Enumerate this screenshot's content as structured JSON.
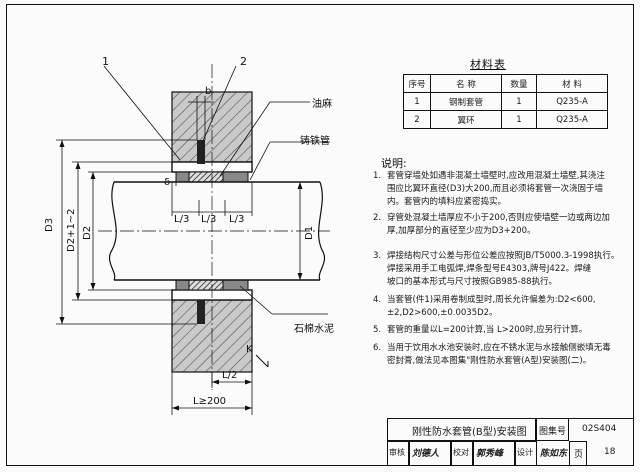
{
  "materials": {
    "title": "材料表",
    "headers": [
      "序号",
      "名 称",
      "数量",
      "材 料"
    ],
    "rows": [
      [
        "1",
        "钢制套管",
        "1",
        "Q235-A"
      ],
      [
        "2",
        "翼环",
        "1",
        "Q235-A"
      ]
    ]
  },
  "notes": {
    "title": "说明:",
    "items": [
      {
        "num": "1.",
        "lines": [
          "套管穿墙处如遇非混凝土墙壁时,应改用混凝土墙壁,其浇注",
          "围应比翼环直径(D3)大200,而且必须将套管一次浇固于墙",
          "内。套管内的填料应紧密捣实。"
        ]
      },
      {
        "num": "2.",
        "lines": [
          "穿管处混凝土墙厚应不小于200,否则应使墙壁一边或两边加",
          "厚,加厚部分的直径至少应为D3+200。"
        ]
      },
      {
        "num": "3.",
        "lines": [
          "焊接结构尺寸公差与形位公差应按照JB/T5000.3-1998执行。",
          "焊接采用手工电弧焊,焊条型号E4303,牌号J422。焊缝",
          "坡口的基本形式与尺寸按照GB985-88执行。"
        ]
      },
      {
        "num": "4.",
        "lines": [
          "当套管(件1)采用卷制成型时,周长允许偏差为:D2<600,",
          "±2,D2>600,±0.0035D2。"
        ]
      },
      {
        "num": "5.",
        "lines": [
          "套管的重量以L=200计算,当 L>200时,应另行计算。"
        ]
      },
      {
        "num": "6.",
        "lines": [
          "当用于饮用水水池安装时,应在不锈水泥与水接触侧嵌填无毒",
          "密封膏,做法见本图集\"刚性防水套管(A型)安装图(二)。"
        ]
      }
    ]
  },
  "drawing": {
    "part_labels": [
      "1",
      "2"
    ],
    "labels": {
      "oakum": "油麻",
      "cast_iron_pipe": "铸铁管",
      "asbestos_cement": "石棉水泥",
      "b": "b",
      "delta": "δ",
      "k": "K",
      "l3_a": "L/3",
      "l3_b": "L/3",
      "l3_c": "L/3",
      "l2": "L/2",
      "l_min": "L≥200",
      "d3": "D3",
      "d2_plus": "D2+1~2",
      "d2": "D2",
      "d1": "D1"
    }
  },
  "title_block": {
    "title": "刚性防水套管(B型)安装图",
    "atlas_label": "图集号",
    "atlas_no": "02S404",
    "review_label": "审核",
    "review_sign": "刘德人",
    "check_label": "校对",
    "check_sign": "郭秀峰",
    "design_label": "设计",
    "design_sign": "陈如东",
    "page_label": "页",
    "page_no": "18"
  }
}
